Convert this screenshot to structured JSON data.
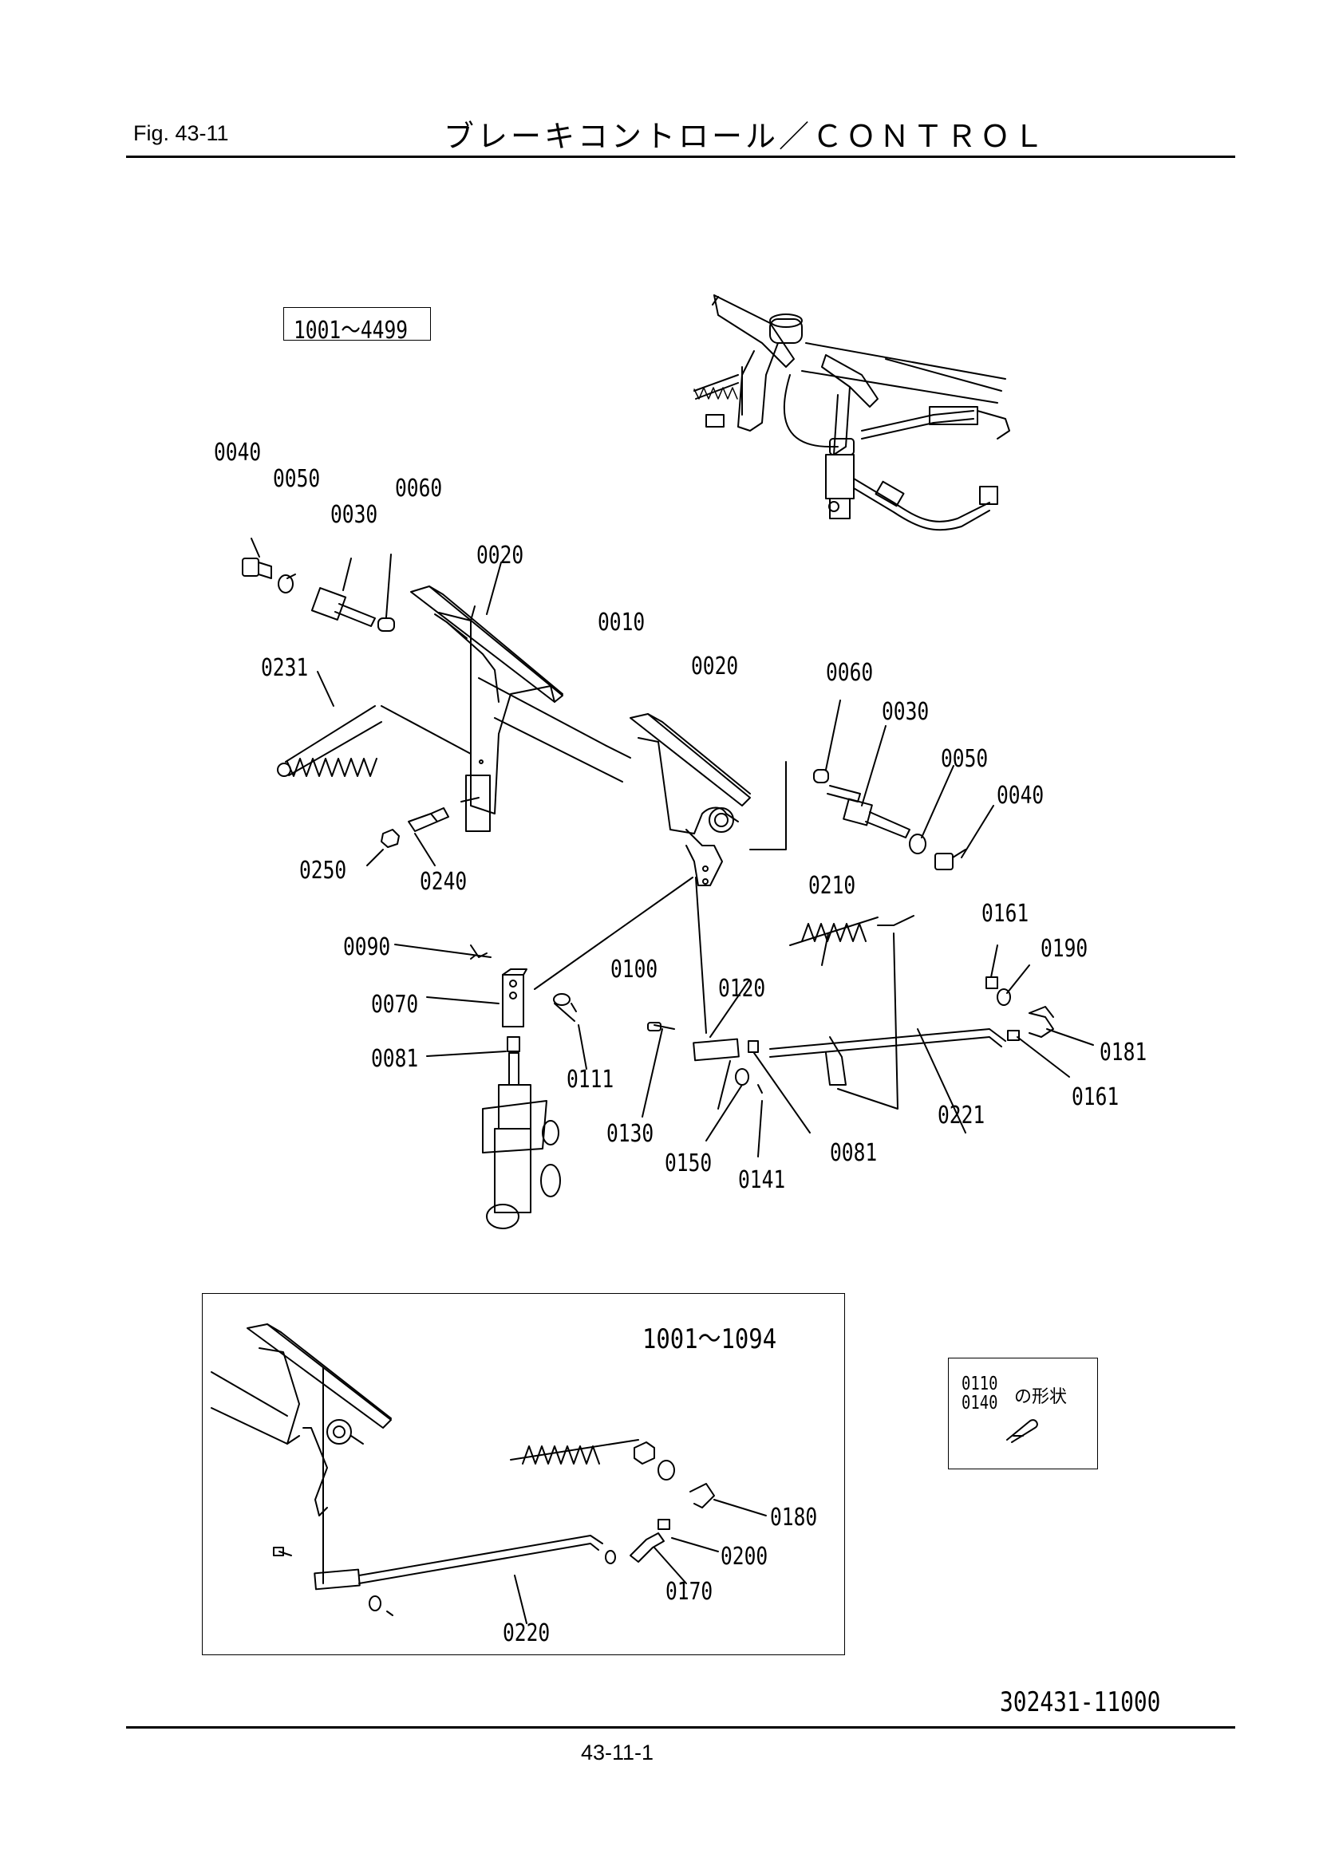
{
  "header": {
    "fig_label": "Fig.  43-11",
    "title": "ブレーキコントロール／ＣＯＮＴＲＯＬ"
  },
  "main_diagram": {
    "serial_range": "1001～4499",
    "callouts": {
      "c0040_a": "0040",
      "c0050_a": "0050",
      "c0030_a": "0030",
      "c0060_a": "0060",
      "c0020_a": "0020",
      "c0010": "0010",
      "c0020_b": "0020",
      "c0060_b": "0060",
      "c0030_b": "0030",
      "c0050_b": "0050",
      "c0040_b": "0040",
      "c0231": "0231",
      "c0250": "0250",
      "c0240": "0240",
      "c0210": "0210",
      "c0161_a": "0161",
      "c0190": "0190",
      "c0090": "0090",
      "c0100": "0100",
      "c0120": "0120",
      "c0070": "0070",
      "c0081_a": "0081",
      "c0111": "0111",
      "c0181": "0181",
      "c0161_b": "0161",
      "c0221": "0221",
      "c0130": "0130",
      "c0150": "0150",
      "c0141": "0141",
      "c0081_b": "0081"
    }
  },
  "inset": {
    "serial_range": "1001～1094",
    "callouts": {
      "c0180": "0180",
      "c0200": "0200",
      "c0170": "0170",
      "c0220": "0220"
    }
  },
  "shape_note": {
    "part_a": "0110",
    "part_b": "0140",
    "caption": "の形状"
  },
  "footer": {
    "doc_number": "302431-11000",
    "page_number": "43-11-1"
  }
}
